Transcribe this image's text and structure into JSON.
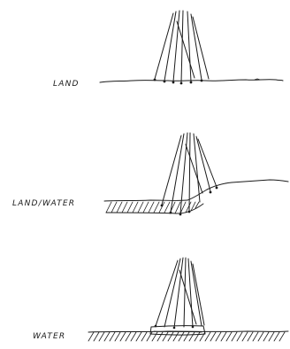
{
  "labels": {
    "land": "LAND",
    "land_water": "LAND/WATER",
    "water": "WATER"
  }
}
